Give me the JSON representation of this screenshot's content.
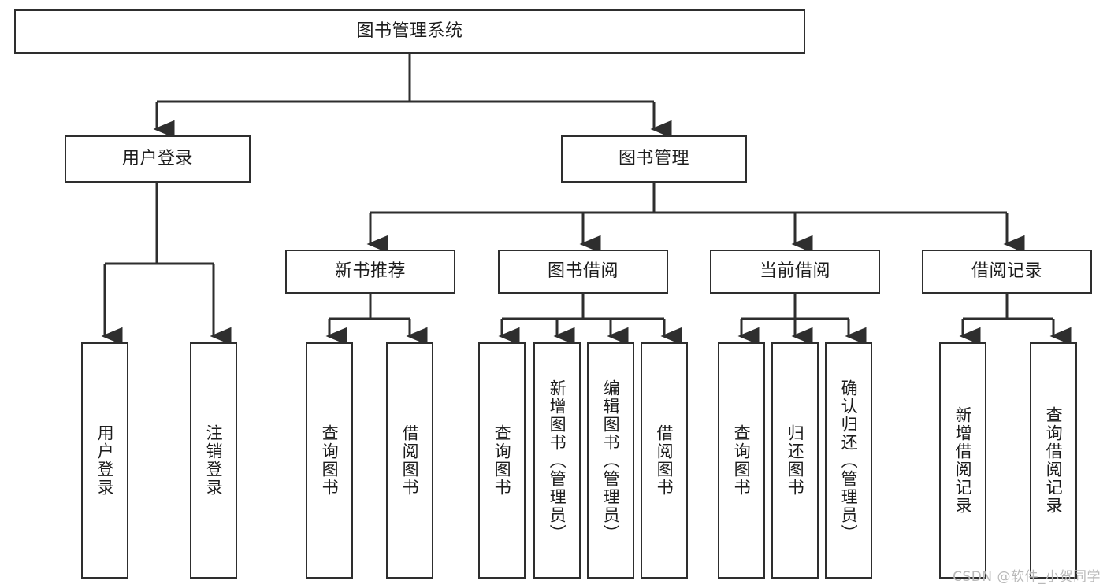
{
  "diagram": {
    "type": "hierarchy-tree",
    "title": "图书管理系统",
    "root": {
      "id": "root",
      "label": "图书管理系统"
    },
    "level2": [
      {
        "id": "user-login",
        "label": "用户登录"
      },
      {
        "id": "book-management",
        "label": "图书管理"
      }
    ],
    "level3": [
      {
        "id": "new-book-recommend",
        "label": "新书推荐",
        "parent": "book-management"
      },
      {
        "id": "book-borrow",
        "label": "图书借阅",
        "parent": "book-management"
      },
      {
        "id": "current-borrow",
        "label": "当前借阅",
        "parent": "book-management"
      },
      {
        "id": "borrow-record",
        "label": "借阅记录",
        "parent": "book-management"
      }
    ],
    "leaves": {
      "user_login": [
        {
          "id": "leaf-user-login",
          "label": "用户登录"
        },
        {
          "id": "leaf-logout",
          "label": "注销登录"
        }
      ],
      "new_book_recommend": [
        {
          "id": "leaf-query-book-1",
          "label": "查询图书"
        },
        {
          "id": "leaf-borrow-book-1",
          "label": "借阅图书"
        }
      ],
      "book_borrow": [
        {
          "id": "leaf-query-book-2",
          "label": "查询图书"
        },
        {
          "id": "leaf-add-book",
          "label": "新增图书（管理员）"
        },
        {
          "id": "leaf-edit-book",
          "label": "编辑图书（管理员）"
        },
        {
          "id": "leaf-borrow-book-2",
          "label": "借阅图书"
        }
      ],
      "current_borrow": [
        {
          "id": "leaf-query-book-3",
          "label": "查询图书"
        },
        {
          "id": "leaf-return-book",
          "label": "归还图书"
        },
        {
          "id": "leaf-confirm-return",
          "label": "确认归还（管理员）"
        }
      ],
      "borrow_record": [
        {
          "id": "leaf-add-record",
          "label": "新增借阅记录"
        },
        {
          "id": "leaf-query-record",
          "label": "查询借阅记录"
        }
      ]
    }
  },
  "watermark": {
    "text": "CSDN @软件_小贺同学"
  },
  "colors": {
    "stroke": "#2e2e2e",
    "background": "#ffffff",
    "text": "#1c1c1c",
    "watermark": "#b9b9b9"
  }
}
